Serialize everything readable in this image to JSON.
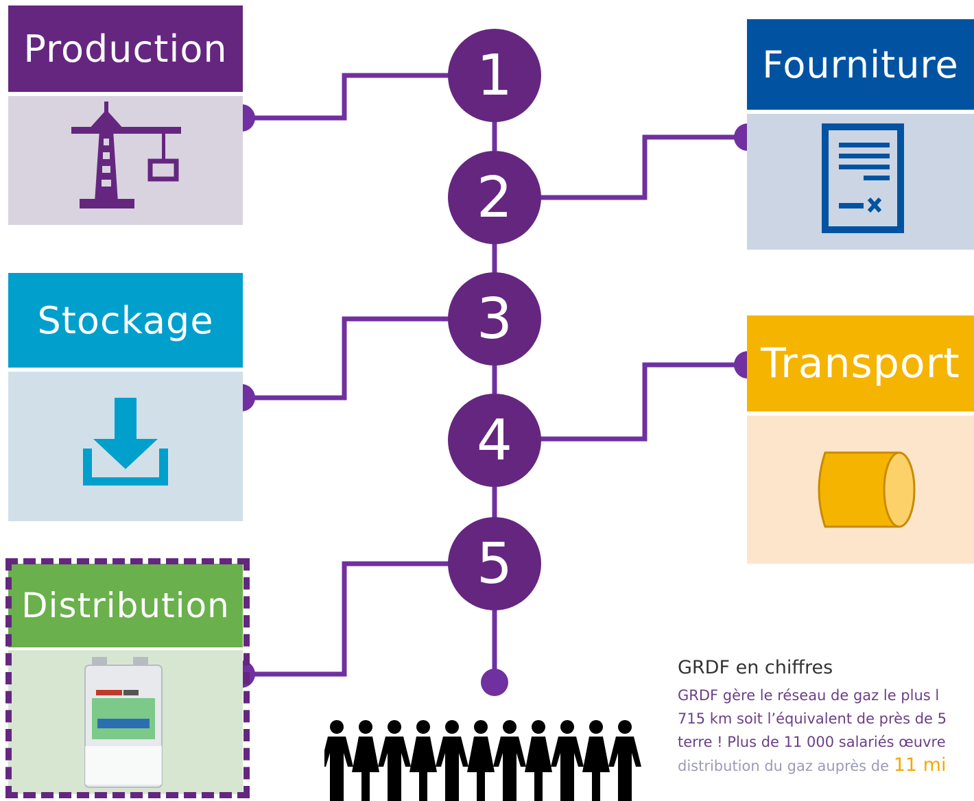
{
  "colors": {
    "purple": "#652680",
    "connector": "#7030a0",
    "production": "#652680",
    "fourniture": "#0153a2",
    "stockage": "#009fcc",
    "transport": "#f5b400",
    "distribution": "#6ab04c"
  },
  "stages": [
    {
      "label": "Production",
      "icon": "crane-icon"
    },
    {
      "label": "Fourniture",
      "icon": "contract-document-icon"
    },
    {
      "label": "Stockage",
      "icon": "download-storage-icon"
    },
    {
      "label": "Transport",
      "icon": "pipe-cylinder-icon"
    },
    {
      "label": "Distribution",
      "icon": "gas-meter-icon"
    }
  ],
  "steps": [
    "1",
    "2",
    "3",
    "4",
    "5"
  ],
  "consumers_icon": "people-group-icon",
  "info": {
    "title": "GRDF en chiffres",
    "line1": "GRDF gère le réseau de gaz le plus l",
    "line2": "715 km soit l’équivalent de près de 5",
    "line3": "terre ! Plus de 11 000 salariés œuvre",
    "line4_prefix": "distribution du gaz auprès de ",
    "line4_highlight": "11 mi"
  }
}
